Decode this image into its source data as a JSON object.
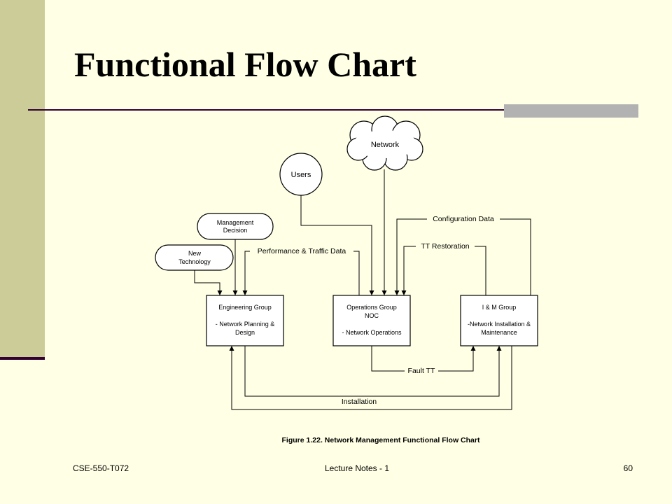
{
  "slide": {
    "title": "Functional Flow Chart",
    "footer_left": "CSE-550-T072",
    "footer_center": "Lecture Notes - 1",
    "page_number": "60"
  },
  "diagram": {
    "caption": "Figure 1.22. Network Management Functional Flow Chart",
    "external": {
      "network": "Network",
      "users": "Users",
      "management_decision": [
        "Management",
        "Decision"
      ],
      "new_technology": [
        "New",
        "Technology"
      ]
    },
    "groups": {
      "engineering": [
        "Engineering Group",
        "- Network Planning &",
        "Design"
      ],
      "operations": [
        "Operations Group",
        "NOC",
        "- Network Operations"
      ],
      "im": [
        "I & M Group",
        "-Network Installation &",
        "Maintenance"
      ]
    },
    "flows": {
      "configuration_data": "Configuration Data",
      "performance_traffic": "Performance & Traffic Data",
      "tt_restoration": "TT Restoration",
      "fault_tt": "Fault TT",
      "installation": "Installation"
    }
  }
}
